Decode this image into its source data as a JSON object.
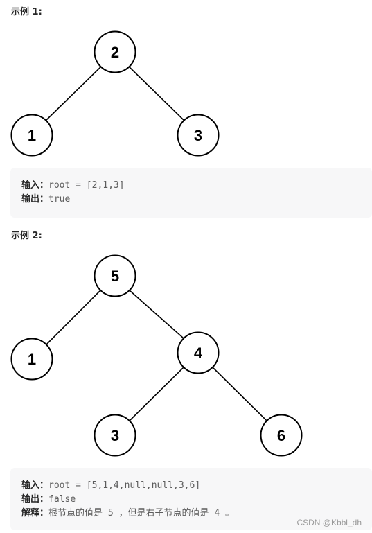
{
  "examples": [
    {
      "title": "示例 1:",
      "tree": {
        "nodes": [
          {
            "id": "n2",
            "label": "2"
          },
          {
            "id": "n1",
            "label": "1"
          },
          {
            "id": "n3",
            "label": "3"
          }
        ],
        "edges": [
          [
            "n2",
            "n1"
          ],
          [
            "n2",
            "n3"
          ]
        ]
      },
      "lines": [
        {
          "label": "输入：",
          "value": "root = [2,1,3]"
        },
        {
          "label": "输出：",
          "value": "true"
        }
      ]
    },
    {
      "title": "示例 2:",
      "tree": {
        "nodes": [
          {
            "id": "n5",
            "label": "5"
          },
          {
            "id": "n1",
            "label": "1"
          },
          {
            "id": "n4",
            "label": "4"
          },
          {
            "id": "n3",
            "label": "3"
          },
          {
            "id": "n6",
            "label": "6"
          }
        ],
        "edges": [
          [
            "n5",
            "n1"
          ],
          [
            "n5",
            "n4"
          ],
          [
            "n4",
            "n3"
          ],
          [
            "n4",
            "n6"
          ]
        ]
      },
      "lines": [
        {
          "label": "输入：",
          "value": "root = [5,1,4,null,null,3,6]"
        },
        {
          "label": "输出：",
          "value": "false"
        },
        {
          "label": "解释：",
          "value": "根节点的值是 5 ，但是右子节点的值是 4 。"
        }
      ]
    }
  ],
  "watermark": "CSDN @Kbbl_dh"
}
